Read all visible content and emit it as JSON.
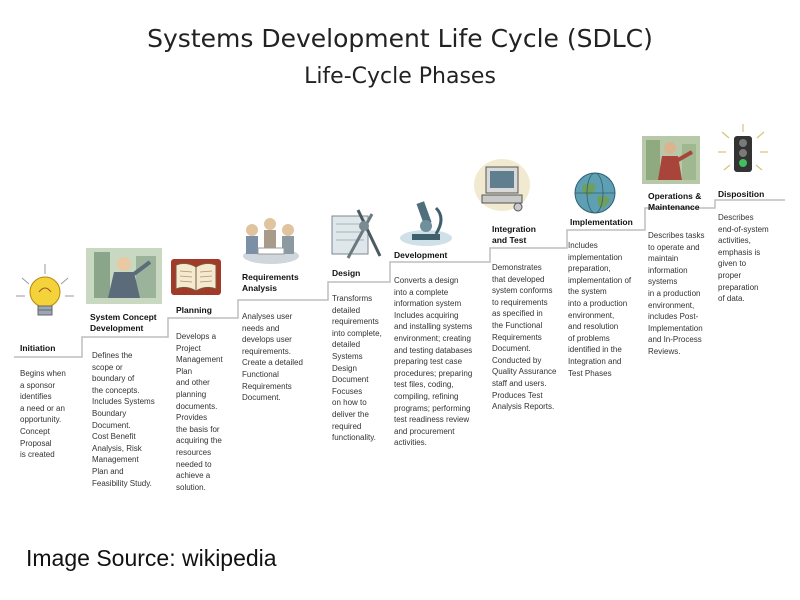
{
  "title": "Systems Development Life Cycle (SDLC)",
  "subtitle": "Life-Cycle Phases",
  "source": "Image Source: wikipedia",
  "phases": [
    {
      "name": "Initiation",
      "desc": "Begins when\na sponsor\nidentifies\na need or an\nopportunity.\nConcept\nProposal\nis created",
      "icon": "lightbulb-icon"
    },
    {
      "name": "System Concept\nDevelopment",
      "desc": "Defines the\nscope or\nboundary of\nthe concepts.\nIncludes Systems\nBoundary\nDocument.\nCost Benefit\nAnalysis, Risk\nManagement\nPlan and\nFeasibility Study.",
      "icon": "businessman-icon"
    },
    {
      "name": "Planning",
      "desc": "Develops a\nProject\nManagement\nPlan\nand other\nplanning\ndocuments.\nProvides\nthe basis for\nacquiring the\nresources\nneeded to\nachieve a\nsolution.",
      "icon": "book-icon"
    },
    {
      "name": "Requirements\nAnalysis",
      "desc": "Analyses user\nneeds and\ndevelops user\nrequirements.\nCreate a detailed\nFunctional\nRequirements\nDocument.",
      "icon": "team-meeting-icon"
    },
    {
      "name": "Design",
      "desc": "Transforms\ndetailed\nrequirements\ninto complete,\ndetailed\nSystems\nDesign\nDocument\nFocuses\non how to\ndeliver the\nrequired\nfunctionality.",
      "icon": "design-tools-icon"
    },
    {
      "name": "Development",
      "desc": "Converts a design\ninto a complete\ninformation system\nIncludes acquiring\nand installing systems\nenvironment; creating\nand testing databases\npreparing test case\nprocedures; preparing\ntest files, coding,\ncompiling, refining\nprograms; performing\ntest readiness review\nand procurement\nactivities.",
      "icon": "microscope-icon"
    },
    {
      "name": "Integration\nand Test",
      "desc": "Demonstrates\nthat developed\nsystem conforms\nto requirements\nas specified in\nthe Functional\nRequirements\nDocument.\nConducted by\nQuality Assurance\nstaff and users.\nProduces Test\nAnalysis Reports.",
      "icon": "computer-icon"
    },
    {
      "name": "Implementation",
      "desc": "Includes\nimplementation\npreparation,\nimplementation of\nthe system\ninto a production\nenvironment,\nand resolution\nof problems\nidentified in the\nIntegration and\nTest Phases",
      "icon": "globe-icon"
    },
    {
      "name": "Operations &\nMaintenance",
      "desc": "Describes tasks\nto operate and\nmaintain\ninformation\nsystems\nin a production\nenvironment,\nincludes Post-\nImplementation\nand In-Process\nReviews.",
      "icon": "worker-icon"
    },
    {
      "name": "Disposition",
      "desc": "Describes\nend-of-system\nactivities,\nemphasis is\ngiven to\nproper\npreparation\nof data.",
      "icon": "traffic-light-icon"
    }
  ]
}
